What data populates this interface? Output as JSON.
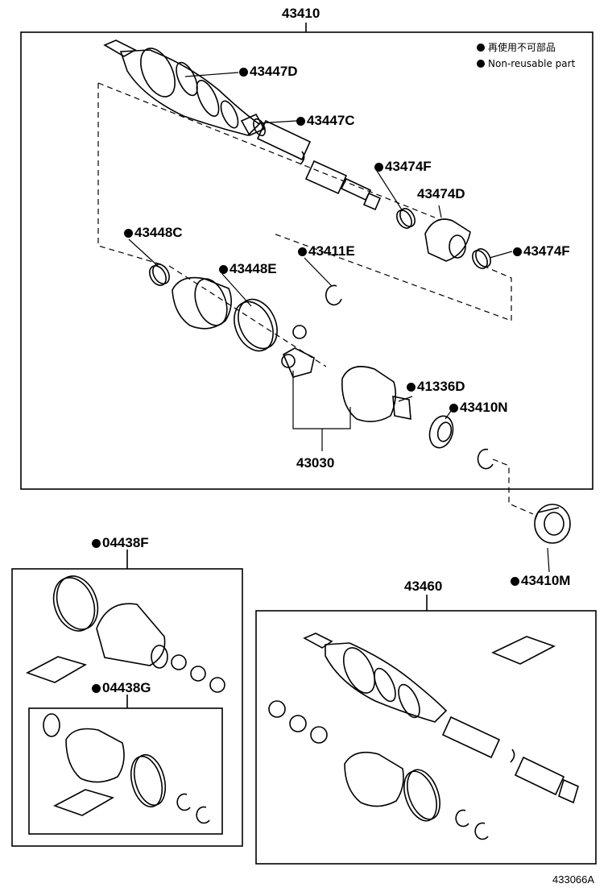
{
  "labels": {
    "assembly_main": "43410",
    "boot_clamp_outer_large": "43447D",
    "boot_clamp_outer_small": "43447C",
    "damper_clamp_1": "43474F",
    "dynamic_damper": "43474D",
    "damper_clamp_2": "43474F",
    "inner_boot_clamp_small": "43448C",
    "inner_boot_clamp_large": "43448E",
    "snap_ring": "43411E",
    "dust_seal": "41336D",
    "hole_snap_ring": "43410N",
    "inner_joint_assy": "43030",
    "bearing": "43410M",
    "boot_kit_outer": "04438F",
    "boot_kit_inner": "04438G",
    "assembly_other_side": "43460"
  },
  "legend": {
    "jp": "再使用不可部品",
    "en": "Non-reusable part"
  },
  "figure_code": "433066A"
}
